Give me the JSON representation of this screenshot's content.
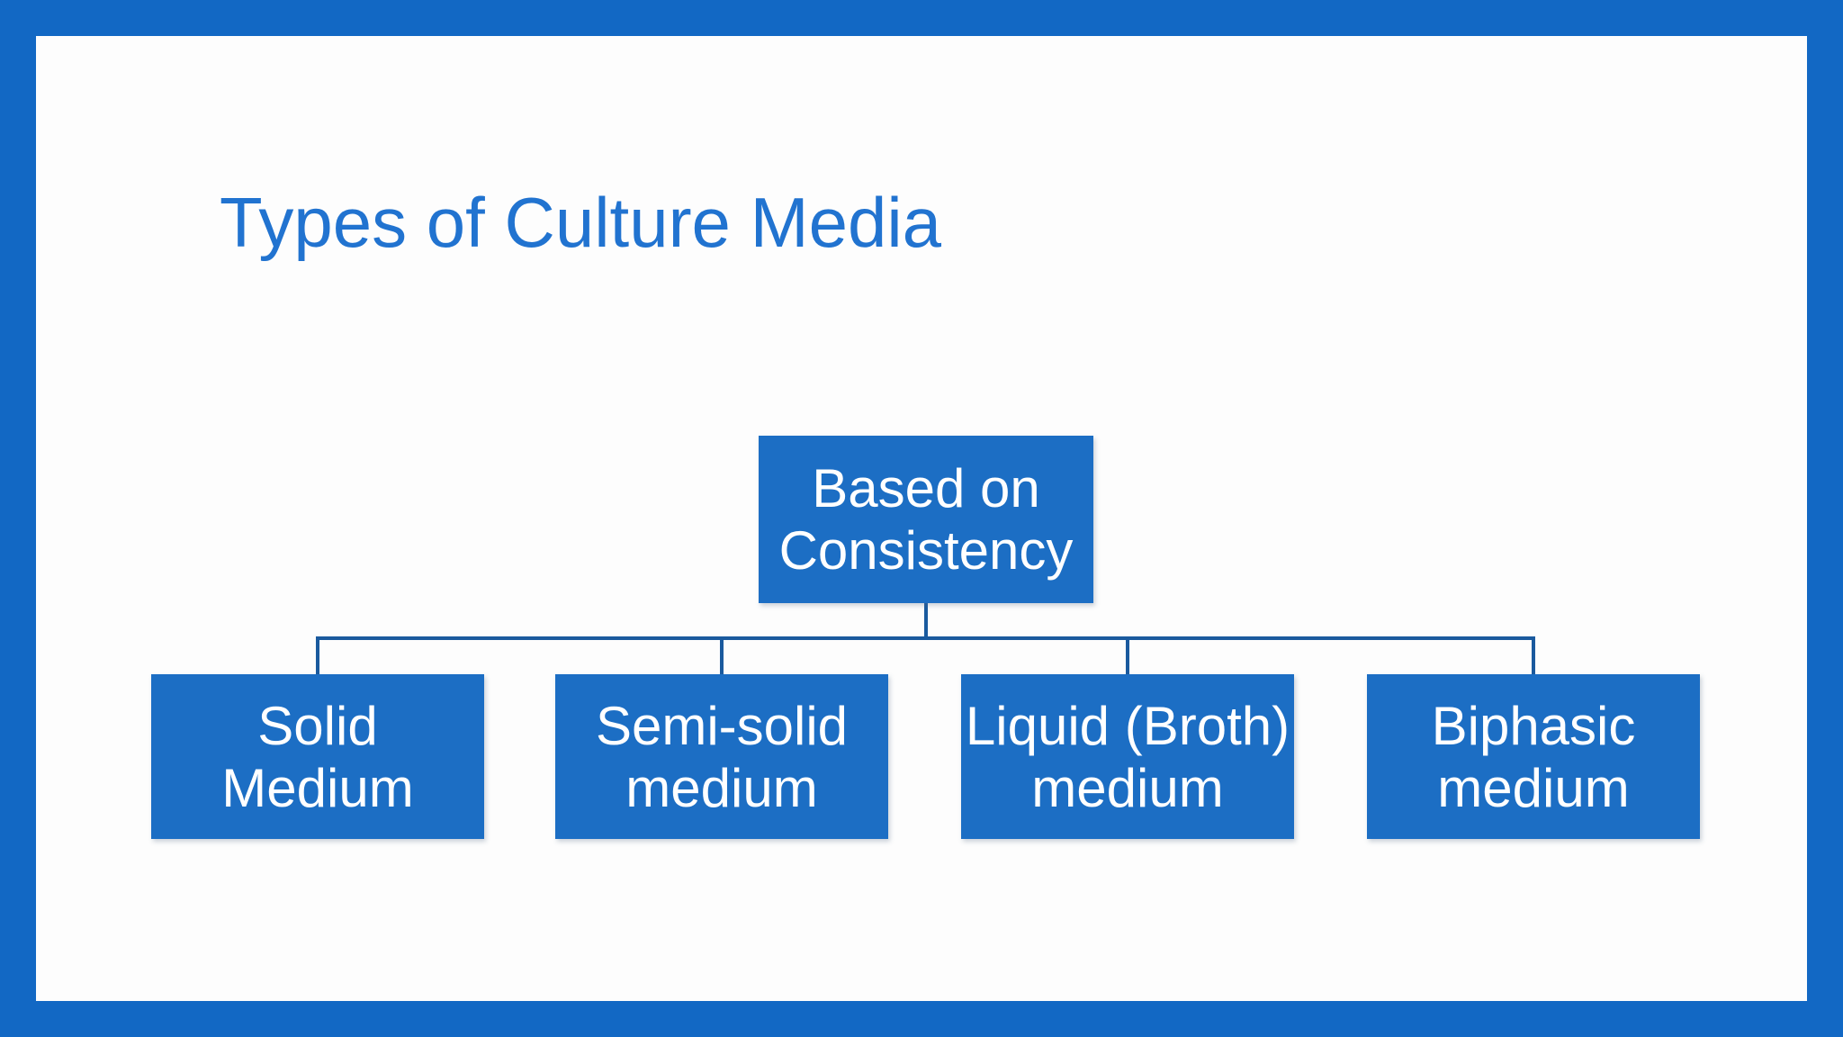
{
  "slide": {
    "title": "Types of Culture Media"
  },
  "diagram": {
    "type": "hierarchy",
    "root": {
      "label": "Based on\nConsistency"
    },
    "children": [
      {
        "label": "Solid\nMedium"
      },
      {
        "label": "Semi-solid\nmedium"
      },
      {
        "label": "Liquid (Broth)\nmedium"
      },
      {
        "label": "Biphasic\nmedium"
      }
    ]
  },
  "colors": {
    "frame": "#1268C4",
    "canvas_bg": "#FDFDFD",
    "box_fill": "#1C6EC4",
    "box_text": "#FFFFFF",
    "connector": "#1A5A9E",
    "title_text": "#2173D0"
  }
}
